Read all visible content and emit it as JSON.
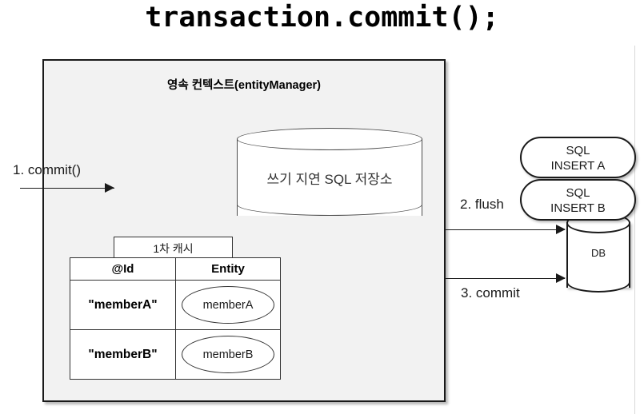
{
  "title": "transaction.commit();",
  "persistence_context": {
    "label": "영속 컨텍스트(entityManager)",
    "sql_store": {
      "label": "쓰기 지연 SQL 저장소",
      "shape": "cylinder"
    },
    "first_level_cache": {
      "tab_label": "1차 캐시",
      "columns": [
        "@Id",
        "Entity"
      ],
      "rows": [
        {
          "id": "\"memberA\"",
          "entity": "memberA"
        },
        {
          "id": "\"memberB\"",
          "entity": "memberB"
        }
      ]
    }
  },
  "steps": [
    {
      "id": "step1",
      "label": "1. commit()"
    },
    {
      "id": "step2",
      "label": "2. flush"
    },
    {
      "id": "step3",
      "label": "3. commit"
    }
  ],
  "database": {
    "label": "DB",
    "shape": "cylinder",
    "sql_statements": [
      {
        "line1": "SQL",
        "line2": "INSERT A"
      },
      {
        "line1": "SQL",
        "line2": "INSERT B"
      }
    ]
  },
  "colors": {
    "container_fill": "#f2f2f2",
    "container_stroke": "#1a1a1a",
    "shape_fill": "#ffffff",
    "shape_stroke": "#333333",
    "text": "#000000",
    "page_background": "#ffffff"
  }
}
